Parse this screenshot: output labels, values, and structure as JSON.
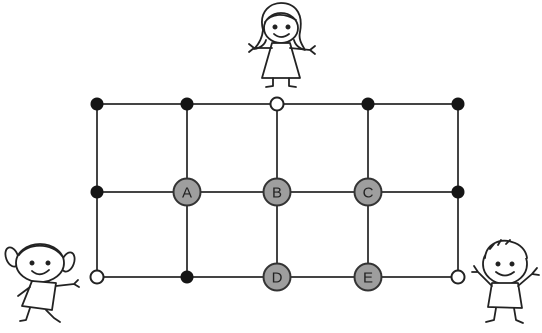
{
  "colors": {
    "grid_line": "#444444",
    "filled_node": "#151515",
    "open_node_fill": "#ffffff",
    "labeled_node_fill": "#9e9e9e",
    "outline": "#333333"
  },
  "labeled_nodes": [
    {
      "label": "A"
    },
    {
      "label": "B"
    },
    {
      "label": "C"
    },
    {
      "label": "D"
    },
    {
      "label": "E"
    }
  ],
  "figures": [
    {
      "icon": "girl-top-icon"
    },
    {
      "icon": "girl-left-icon"
    },
    {
      "icon": "boy-right-icon"
    }
  ]
}
